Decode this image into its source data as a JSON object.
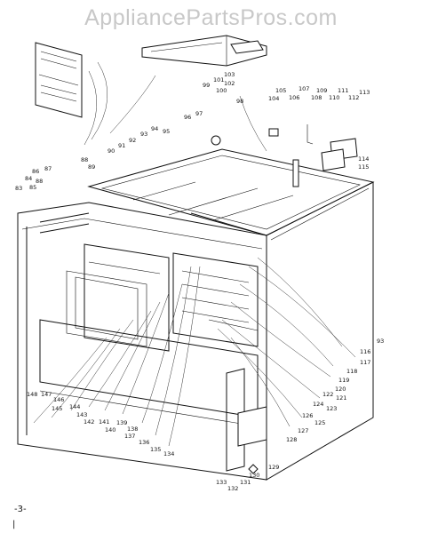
{
  "watermark": "AppliancePartsPros.com",
  "page_number": "-3-",
  "corner_mark": "|",
  "labels": {
    "83": "83",
    "84": "84",
    "85": "85",
    "86": "86",
    "87": "87",
    "88": "88",
    "89": "89",
    "90": "90",
    "91": "91",
    "92": "92",
    "93": "93",
    "94": "94",
    "95": "95",
    "96": "96",
    "97": "97",
    "98": "98",
    "99": "99",
    "100": "100",
    "101": "101",
    "102": "102",
    "103": "103",
    "104": "104",
    "105": "105",
    "106": "106",
    "107": "107",
    "108": "108",
    "109": "109",
    "110": "110",
    "111": "111",
    "112": "112",
    "113": "113",
    "114": "114",
    "115": "115",
    "116": "116",
    "117": "117",
    "118": "118",
    "119": "119",
    "120": "120",
    "121": "121",
    "122": "122",
    "123": "123",
    "124": "124",
    "125": "125",
    "126": "126",
    "127": "127",
    "128": "128",
    "129": "129",
    "130": "130",
    "131": "131",
    "132": "132",
    "133": "133",
    "134": "134",
    "135": "135",
    "136": "136",
    "137": "137",
    "138": "138",
    "139": "139",
    "140": "140",
    "141": "141",
    "142": "142",
    "143": "143",
    "144": "144",
    "145": "145",
    "146": "146",
    "147": "147",
    "148": "148",
    "93b": "93",
    "88b": "88"
  }
}
